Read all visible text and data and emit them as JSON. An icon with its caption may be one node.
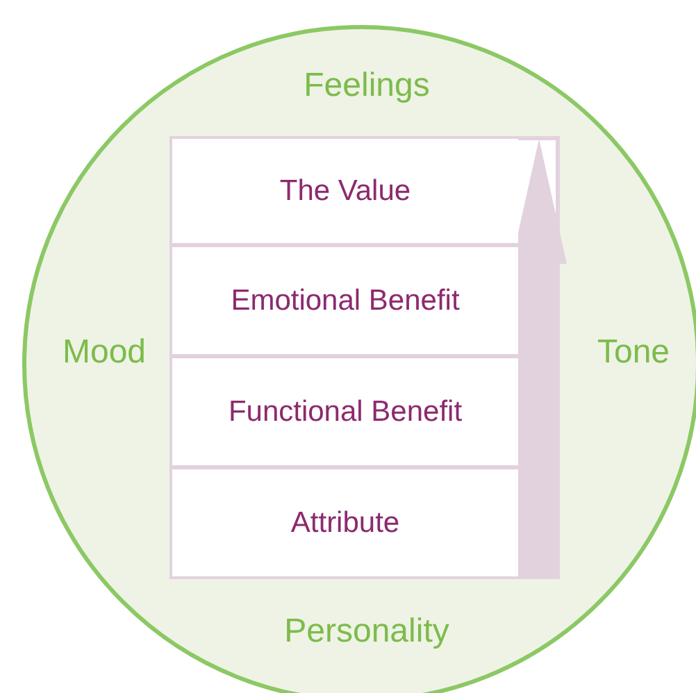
{
  "diagram": {
    "nodes": [
      {
        "text": [
          "Feelings",
          "Mood",
          "Tone",
          "Personality"
        ]
      },
      {
        "text": [
          "The Value"
        ],
        "in": 0
      },
      {
        "text": [
          "Emotional Benefit"
        ],
        "in": 0
      },
      {
        "text": [
          "Functional Benefit"
        ],
        "in": 0
      },
      {
        "text": [
          "Attribute"
        ],
        "in": 0
      }
    ],
    "edges": [
      {
        "from": 4,
        "to": 1,
        "arrow": "to"
      }
    ]
  }
}
